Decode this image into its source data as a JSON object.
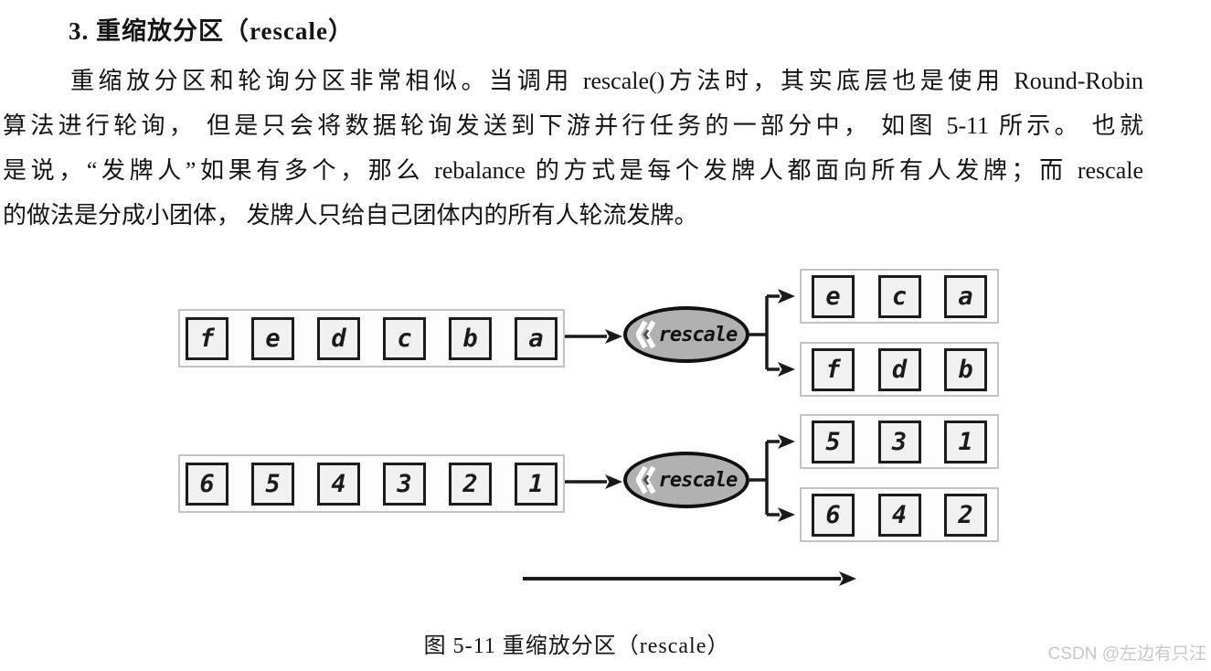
{
  "page": {
    "heading": "3.  重缩放分区（rescale）",
    "para_lines": [
      "重缩放分区和轮询分区非常相似。当调用 rescale()方法时，其实底层也是使用 Round-Robin",
      "算法进行轮询， 但是只会将数据轮询发送到下游并行任务的一部分中， 如图 5-11 所示。 也就",
      "是说，“发牌人”如果有多个，那么 rebalance 的方式是每个发牌人都面向所有人发牌；而 rescale",
      "的做法是分成小团体， 发牌人只给自己团体内的所有人轮流发牌。"
    ],
    "caption": "图 5-11  重缩放分区（rescale）",
    "watermark": "CSDN @左边有只汪"
  },
  "figure": {
    "flows": [
      {
        "operator": "rescale",
        "input": [
          "f",
          "e",
          "d",
          "c",
          "b",
          "a"
        ],
        "output_groups": [
          [
            "e",
            "c",
            "a"
          ],
          [
            "f",
            "d",
            "b"
          ]
        ]
      },
      {
        "operator": "rescale",
        "input": [
          "6",
          "5",
          "4",
          "3",
          "2",
          "1"
        ],
        "output_groups": [
          [
            "5",
            "3",
            "1"
          ],
          [
            "6",
            "4",
            "2"
          ]
        ]
      }
    ],
    "colors": {
      "box_fill": "#f1f1f1",
      "box_border": "#1c1c1c",
      "ellipse_fill": "#b1b1b1",
      "tray_border": "#c3c3c3",
      "arrow": "#1a1a1a",
      "watermark": "#c7c7c7"
    }
  }
}
